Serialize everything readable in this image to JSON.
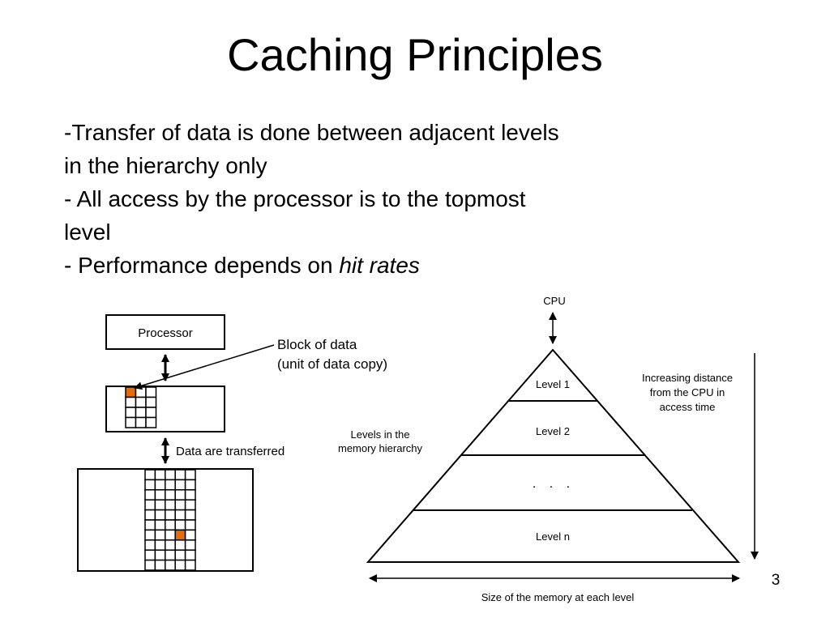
{
  "slide": {
    "title": "Caching Principles",
    "bullets": [
      {
        "text": "-Transfer of data is done between adjacent levels"
      },
      {
        "text": "in the hierarchy only"
      },
      {
        "text": "- All access by the processor is to the topmost"
      },
      {
        "text": "level"
      },
      {
        "text": "- Performance depends on ",
        "emphasis": "hit rates"
      }
    ],
    "page_number": "3"
  },
  "left_diagram": {
    "processor_label": "Processor",
    "block_label_line1": "Block of data",
    "block_label_line2": "(unit of data copy)",
    "transfer_label": "Data are transferred",
    "highlight_color": "#E46C0A"
  },
  "pyramid": {
    "cpu_label": "CPU",
    "levels": [
      "Level 1",
      "Level 2",
      ". . .",
      "Level n"
    ],
    "hierarchy_label_line1": "Levels in the",
    "hierarchy_label_line2": "memory hierarchy",
    "distance_label_line1": "Increasing distance",
    "distance_label_line2": "from the CPU in",
    "distance_label_line3": "access time",
    "size_label": "Size of the memory at each level"
  }
}
